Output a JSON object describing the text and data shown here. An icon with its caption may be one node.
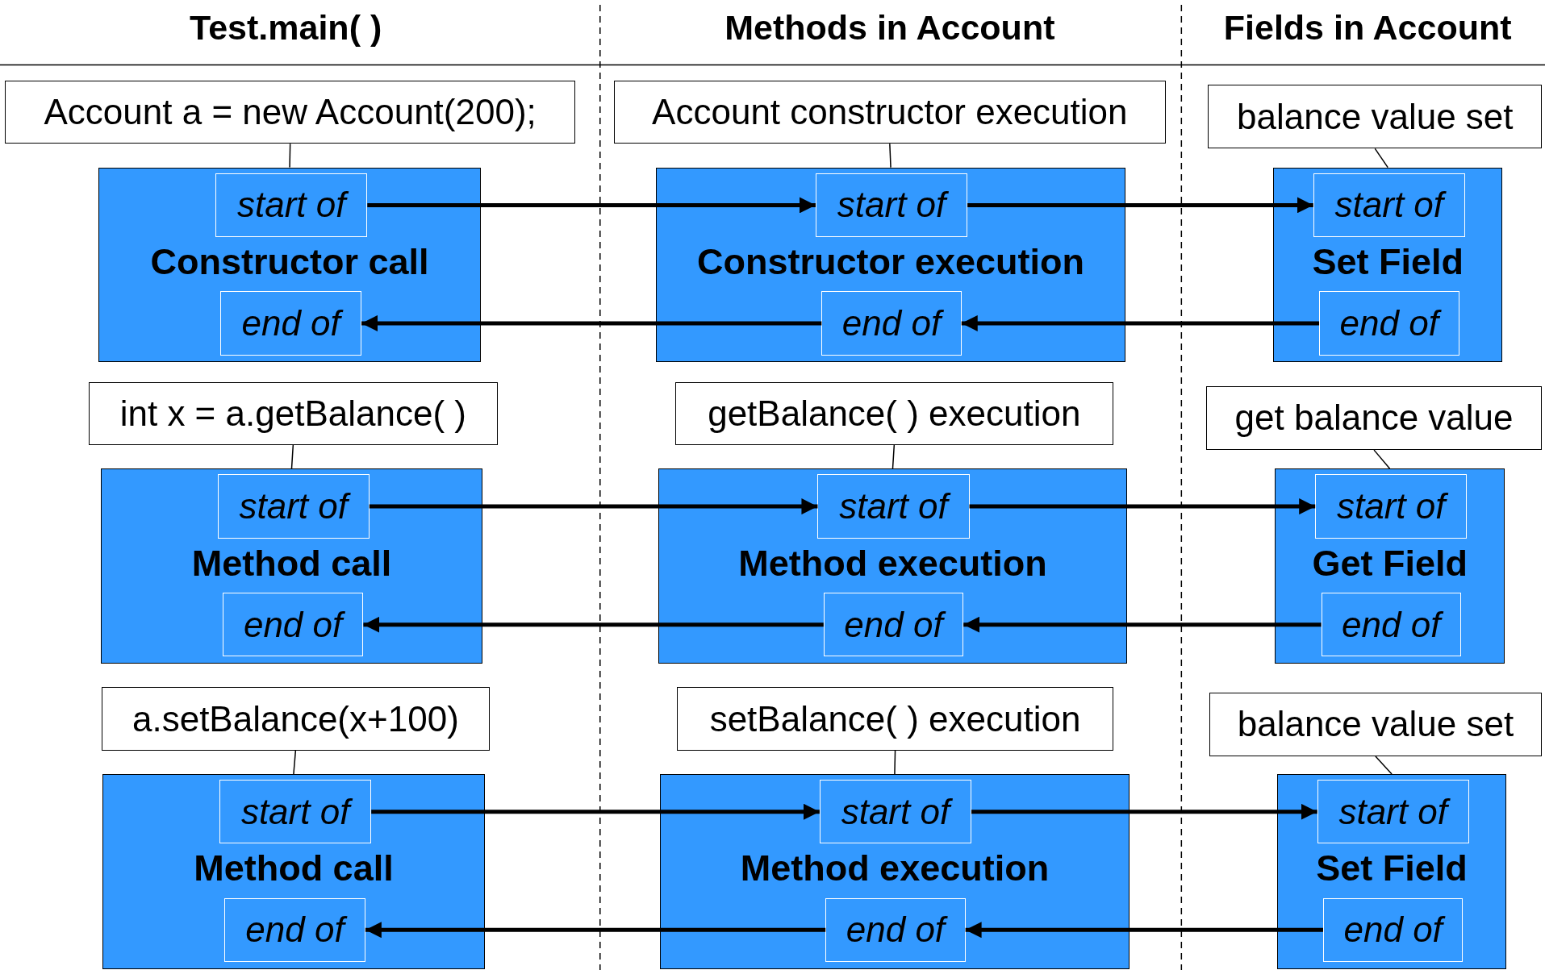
{
  "diagram": {
    "nodes": [
      {
        "text": [
          "Account a = new Account(200);"
        ]
      },
      {
        "text": [
          "Account constructor execution"
        ]
      },
      {
        "text": [
          "balance value set"
        ]
      },
      {
        "text": [
          "Constructor call"
        ]
      },
      {
        "text": [
          "start of"
        ],
        "in": 3
      },
      {
        "text": [
          "end of"
        ],
        "in": 3
      },
      {
        "text": [
          "Constructor execution"
        ]
      },
      {
        "text": [
          "start of"
        ],
        "in": 6
      },
      {
        "text": [
          "end of"
        ],
        "in": 6
      },
      {
        "text": [
          "Set Field"
        ]
      },
      {
        "text": [
          "start of"
        ],
        "in": 9
      },
      {
        "text": [
          "end of"
        ],
        "in": 9
      },
      {
        "text": [
          "int x = a.getBalance( )"
        ]
      },
      {
        "text": [
          "getBalance( ) execution"
        ]
      },
      {
        "text": [
          "get balance value"
        ]
      },
      {
        "text": [
          "Method call"
        ]
      },
      {
        "text": [
          "start of"
        ],
        "in": 15
      },
      {
        "text": [
          "end of"
        ],
        "in": 15
      },
      {
        "text": [
          "Method execution"
        ]
      },
      {
        "text": [
          "start of"
        ],
        "in": 18
      },
      {
        "text": [
          "end of"
        ],
        "in": 18
      },
      {
        "text": [
          "Get Field"
        ]
      },
      {
        "text": [
          "start of"
        ],
        "in": 21
      },
      {
        "text": [
          "end of"
        ],
        "in": 21
      },
      {
        "text": [
          "a.setBalance(x+100)"
        ]
      },
      {
        "text": [
          "setBalance( ) execution"
        ]
      },
      {
        "text": [
          "balance value set"
        ]
      },
      {
        "text": [
          "Method call"
        ]
      },
      {
        "text": [
          "start of"
        ],
        "in": 27
      },
      {
        "text": [
          "end of"
        ],
        "in": 27
      },
      {
        "text": [
          "Method execution"
        ]
      },
      {
        "text": [
          "start of"
        ],
        "in": 30
      },
      {
        "text": [
          "end of"
        ],
        "in": 30
      },
      {
        "text": [
          "Set Field"
        ]
      },
      {
        "text": [
          "start of"
        ],
        "in": 33
      },
      {
        "text": [
          "end of"
        ],
        "in": 33
      }
    ],
    "edges": [
      {
        "from": 0,
        "to": 3,
        "arrow": "none"
      },
      {
        "from": 1,
        "to": 6,
        "arrow": "none"
      },
      {
        "from": 2,
        "to": 9,
        "arrow": "none"
      },
      {
        "from": 4,
        "to": 7,
        "arrow": "to"
      },
      {
        "from": 7,
        "to": 10,
        "arrow": "to"
      },
      {
        "from": 11,
        "to": 8,
        "arrow": "to"
      },
      {
        "from": 8,
        "to": 5,
        "arrow": "to"
      },
      {
        "from": 12,
        "to": 15,
        "arrow": "none"
      },
      {
        "from": 13,
        "to": 18,
        "arrow": "none"
      },
      {
        "from": 14,
        "to": 21,
        "arrow": "none"
      },
      {
        "from": 16,
        "to": 19,
        "arrow": "to"
      },
      {
        "from": 19,
        "to": 22,
        "arrow": "to"
      },
      {
        "from": 23,
        "to": 20,
        "arrow": "to"
      },
      {
        "from": 20,
        "to": 17,
        "arrow": "to"
      },
      {
        "from": 24,
        "to": 27,
        "arrow": "none"
      },
      {
        "from": 25,
        "to": 30,
        "arrow": "none"
      },
      {
        "from": 26,
        "to": 33,
        "arrow": "none"
      },
      {
        "from": 28,
        "to": 31,
        "arrow": "to"
      },
      {
        "from": 31,
        "to": 34,
        "arrow": "to"
      },
      {
        "from": 35,
        "to": 32,
        "arrow": "to"
      },
      {
        "from": 32,
        "to": 29,
        "arrow": "to"
      }
    ],
    "labels": [
      "Test.main( )",
      "Methods in Account",
      "Fields in Account"
    ]
  }
}
